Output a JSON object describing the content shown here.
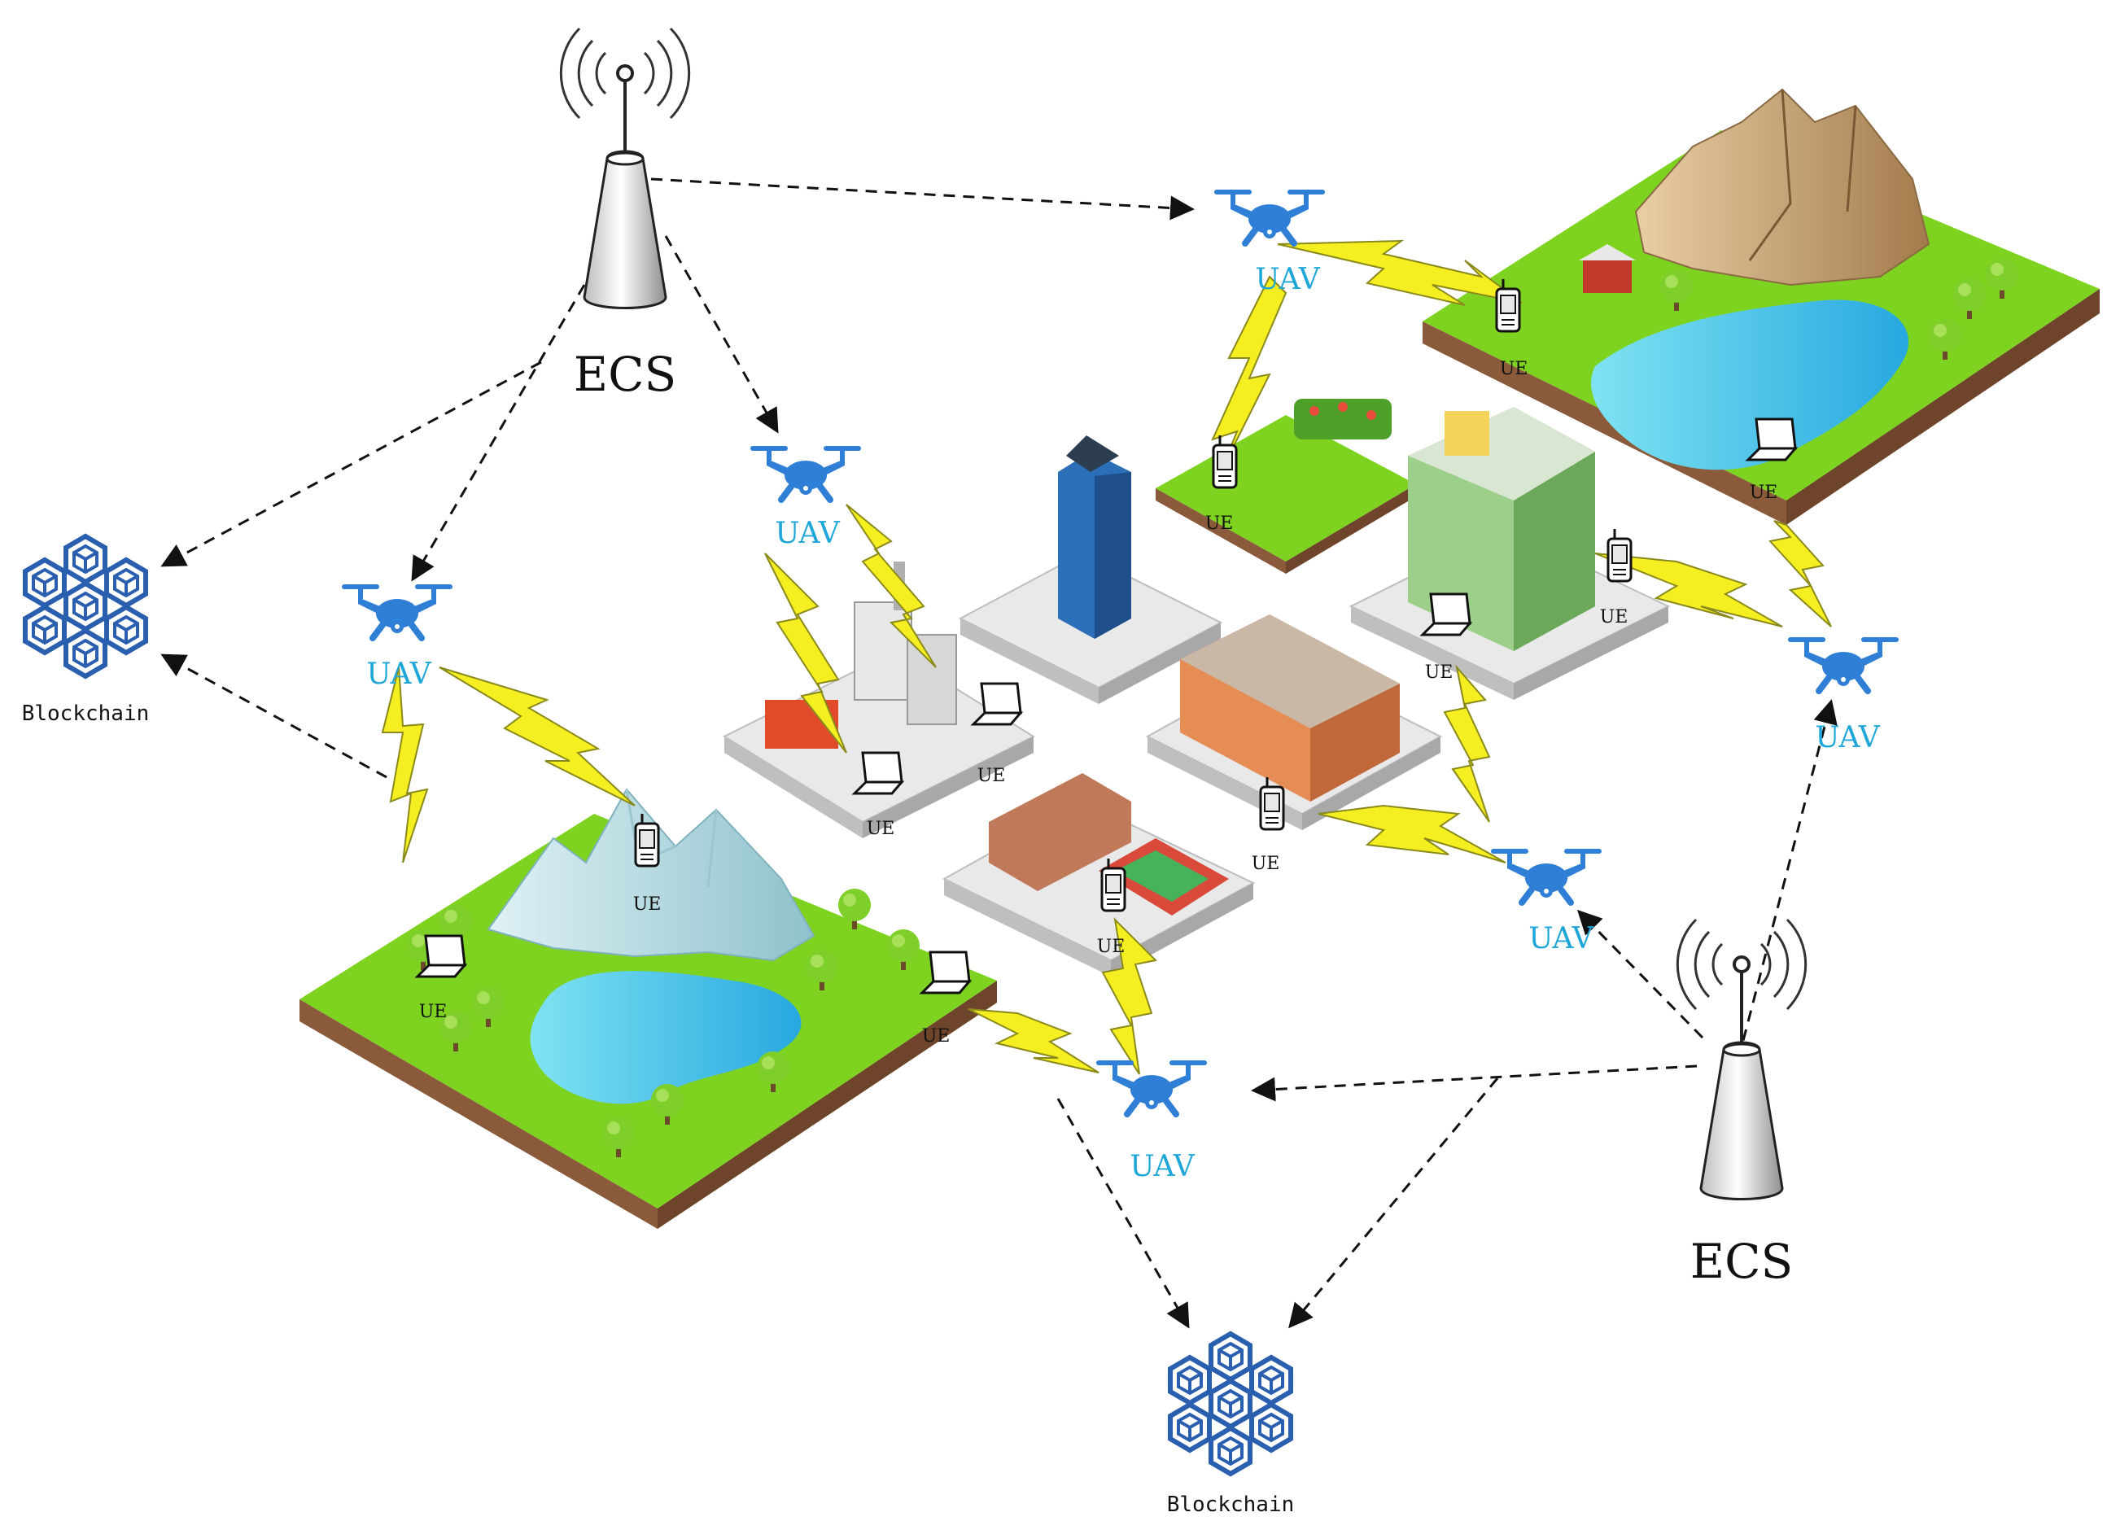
{
  "labels": {
    "ecs": "ECS",
    "uav": "UAV",
    "ue": "UE",
    "blockchain": "Blockchain"
  },
  "colors": {
    "uav": "#2f7fd6",
    "uav_text": "#1ea6d8",
    "lightning": "#f5ef22",
    "grass": "#7ed321",
    "soil": "#8a5a3b",
    "water": "#35c6e8",
    "platform": "#e9e9e9",
    "blockchain": "#2a5fb0"
  }
}
